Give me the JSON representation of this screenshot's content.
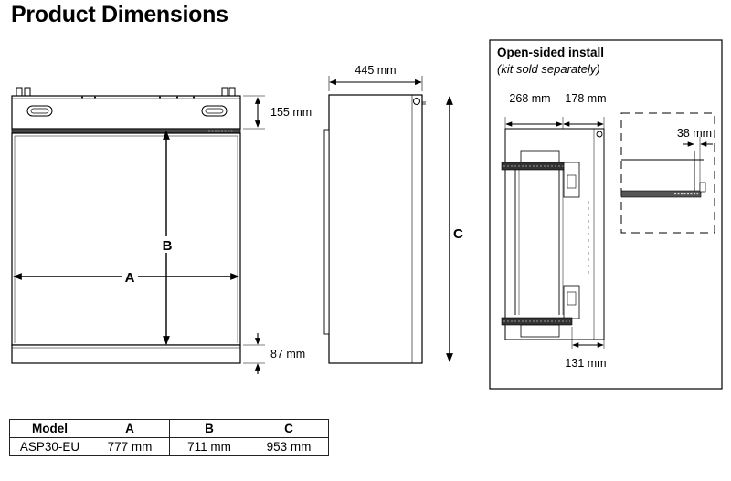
{
  "page": {
    "title": "Product Dimensions"
  },
  "front_view": {
    "top_height_label": "155 mm",
    "base_height_label": "87 mm",
    "dim_a_letter": "A",
    "dim_b_letter": "B"
  },
  "side_view": {
    "depth_label": "445 mm",
    "dim_c_letter": "C"
  },
  "open_sided": {
    "heading": "Open-sided install",
    "subheading": "(kit sold separately)",
    "dim_268": "268 mm",
    "dim_178": "178 mm",
    "dim_38": "38 mm",
    "dim_131": "131 mm"
  },
  "spec_table": {
    "headers": [
      "Model",
      "A",
      "B",
      "C"
    ],
    "rows": [
      [
        "ASP30-EU",
        "777 mm",
        "711 mm",
        "953 mm"
      ]
    ]
  }
}
